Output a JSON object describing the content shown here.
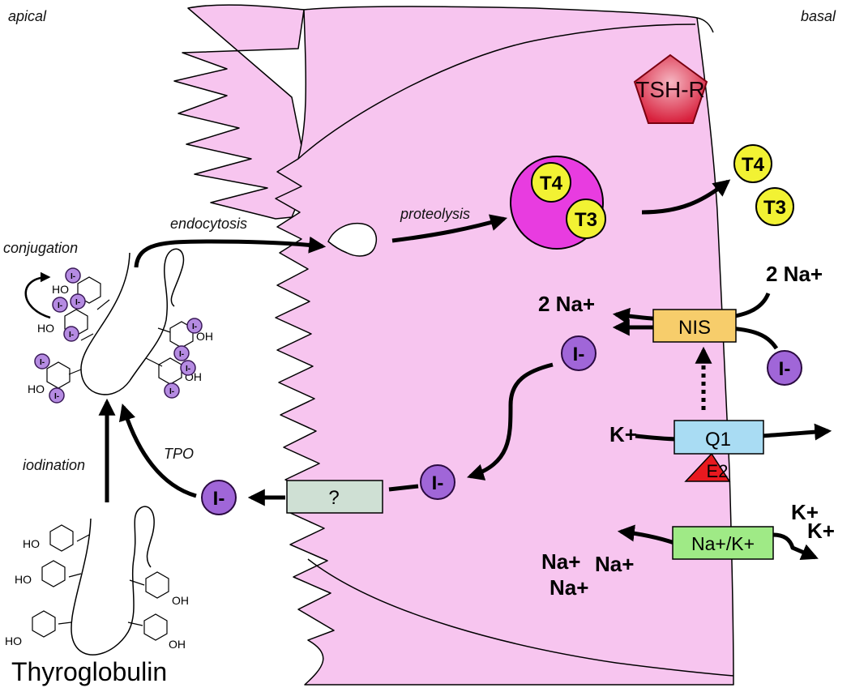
{
  "labels": {
    "apical": "apical",
    "basal": "basal",
    "endocytosis": "endocytosis",
    "proteolysis": "proteolysis",
    "conjugation": "conjugation",
    "iodination": "iodination",
    "tpo": "TPO",
    "thyroglobulin": "Thyroglobulin",
    "ho": "HO",
    "oh": "OH"
  },
  "receptors": {
    "tsh_r": "TSH-R",
    "nis": "NIS",
    "q1": "Q1",
    "e2": "E2",
    "nak": "Na+/K+",
    "unknown": "?"
  },
  "ions": {
    "iodide": "I-",
    "t4": "T4",
    "t3": "T3",
    "two_na": "2 Na+",
    "k": "K+",
    "na": "Na+"
  },
  "colors": {
    "cell_fill": "#f7c5ef",
    "iodide_fill": "#a066d8",
    "hormone_fill": "#f2f233",
    "vesicle_fill": "#e83ce0",
    "nis_fill": "#f7cd6b",
    "q1_fill": "#a9dcf3",
    "e2_fill": "#e8191f",
    "nak_fill": "#9fea86",
    "unknown_fill": "#cfe0d4",
    "tshr_fill": "#e0405a"
  }
}
